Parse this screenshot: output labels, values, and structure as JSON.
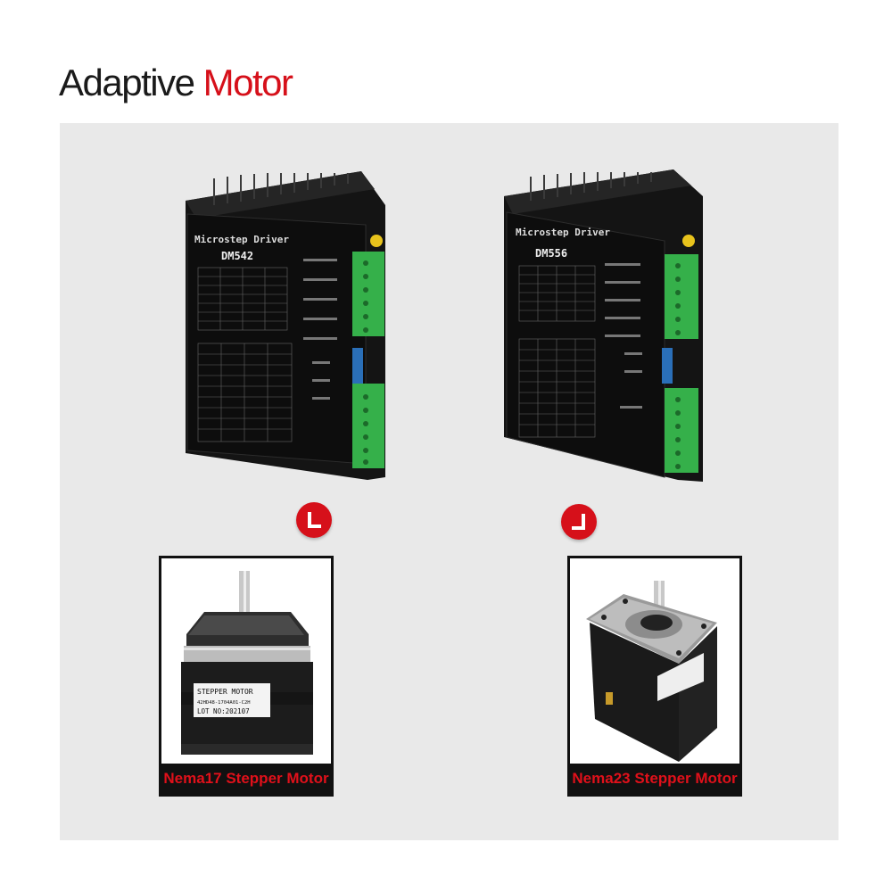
{
  "header": {
    "title_part1": "Adaptive",
    "title_part2": "Motor"
  },
  "drivers": [
    {
      "brand": "Microstep Driver",
      "model": "DM542"
    },
    {
      "brand": "Microstep Driver",
      "model": "DM556"
    }
  ],
  "motors": [
    {
      "label": "Nema17 Stepper Motor",
      "sticker_line1": "STEPPER MOTOR",
      "sticker_line2": "42HD48-1704A01-C2H",
      "sticker_line3": "LOT NO:202107"
    },
    {
      "label": "Nema23 Stepper Motor"
    }
  ],
  "colors": {
    "accent": "#d6101a",
    "terminal_green": "#35b04a",
    "panel": "#e9e9e9"
  }
}
